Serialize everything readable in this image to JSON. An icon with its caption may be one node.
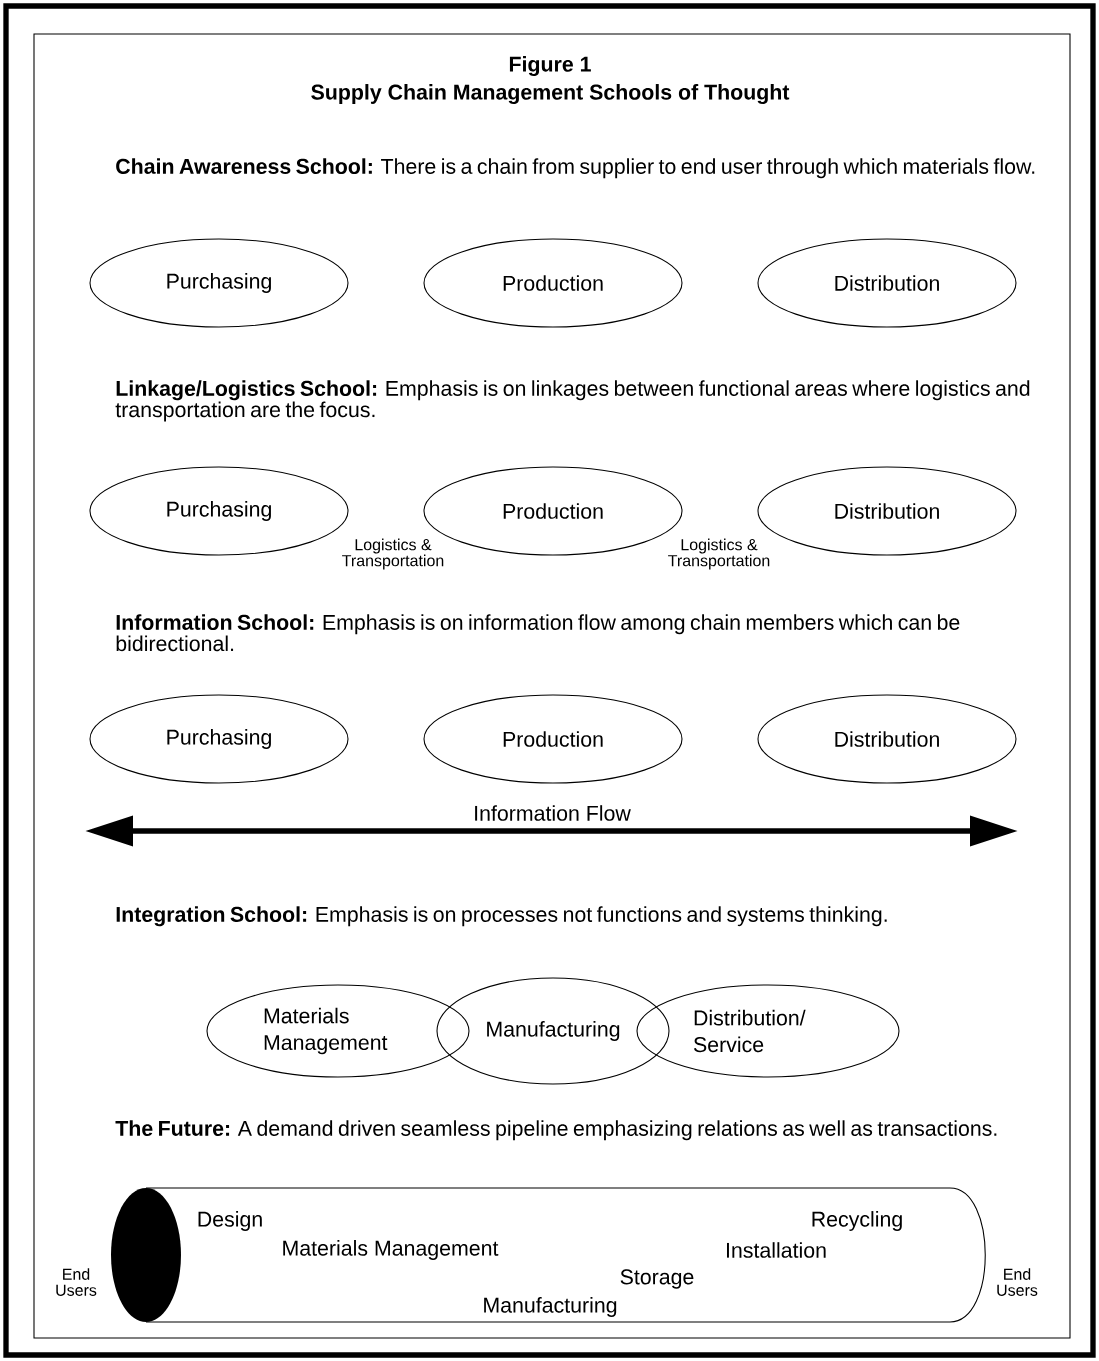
{
  "diagram": {
    "title": "Figure 1",
    "nodes": [
      {
        "text": [
          "Purchasing"
        ]
      },
      {
        "text": [
          "Production"
        ]
      },
      {
        "text": [
          "Distribution"
        ]
      },
      {
        "text": [
          "Purchasing"
        ]
      },
      {
        "text": [
          "Production"
        ]
      },
      {
        "text": [
          "Distribution"
        ]
      },
      {
        "text": [
          "Purchasing"
        ]
      },
      {
        "text": [
          "Production"
        ]
      },
      {
        "text": [
          "Distribution"
        ]
      },
      {
        "text": [
          "Materials Management"
        ]
      },
      {
        "text": [
          "Manufacturing"
        ]
      },
      {
        "text": [
          "Distribution/ Service"
        ]
      },
      {
        "text": [
          "Design",
          "Recycling",
          "Materials Management",
          "Installation",
          "Storage",
          "Manufacturing"
        ]
      }
    ],
    "labels": [
      "Supply Chain Management Schools of Thought",
      "**Chain Awareness School:** There is a chain from supplier to end user through which materials flow.",
      "**Linkage/Logistics School:** Emphasis is on linkages between functional areas where logistics and transportation are the focus.",
      "Logistics & Transportation",
      "Logistics & Transportation",
      "**Information School:** Emphasis is on information flow among chain members which can be bidirectional.",
      "Information Flow",
      "**Integration School:** Emphasis is on processes not functions and systems thinking.",
      "**The Future:** A demand driven seamless pipeline emphasizing relations as well as transactions.",
      "End Users",
      "End Users"
    ]
  }
}
